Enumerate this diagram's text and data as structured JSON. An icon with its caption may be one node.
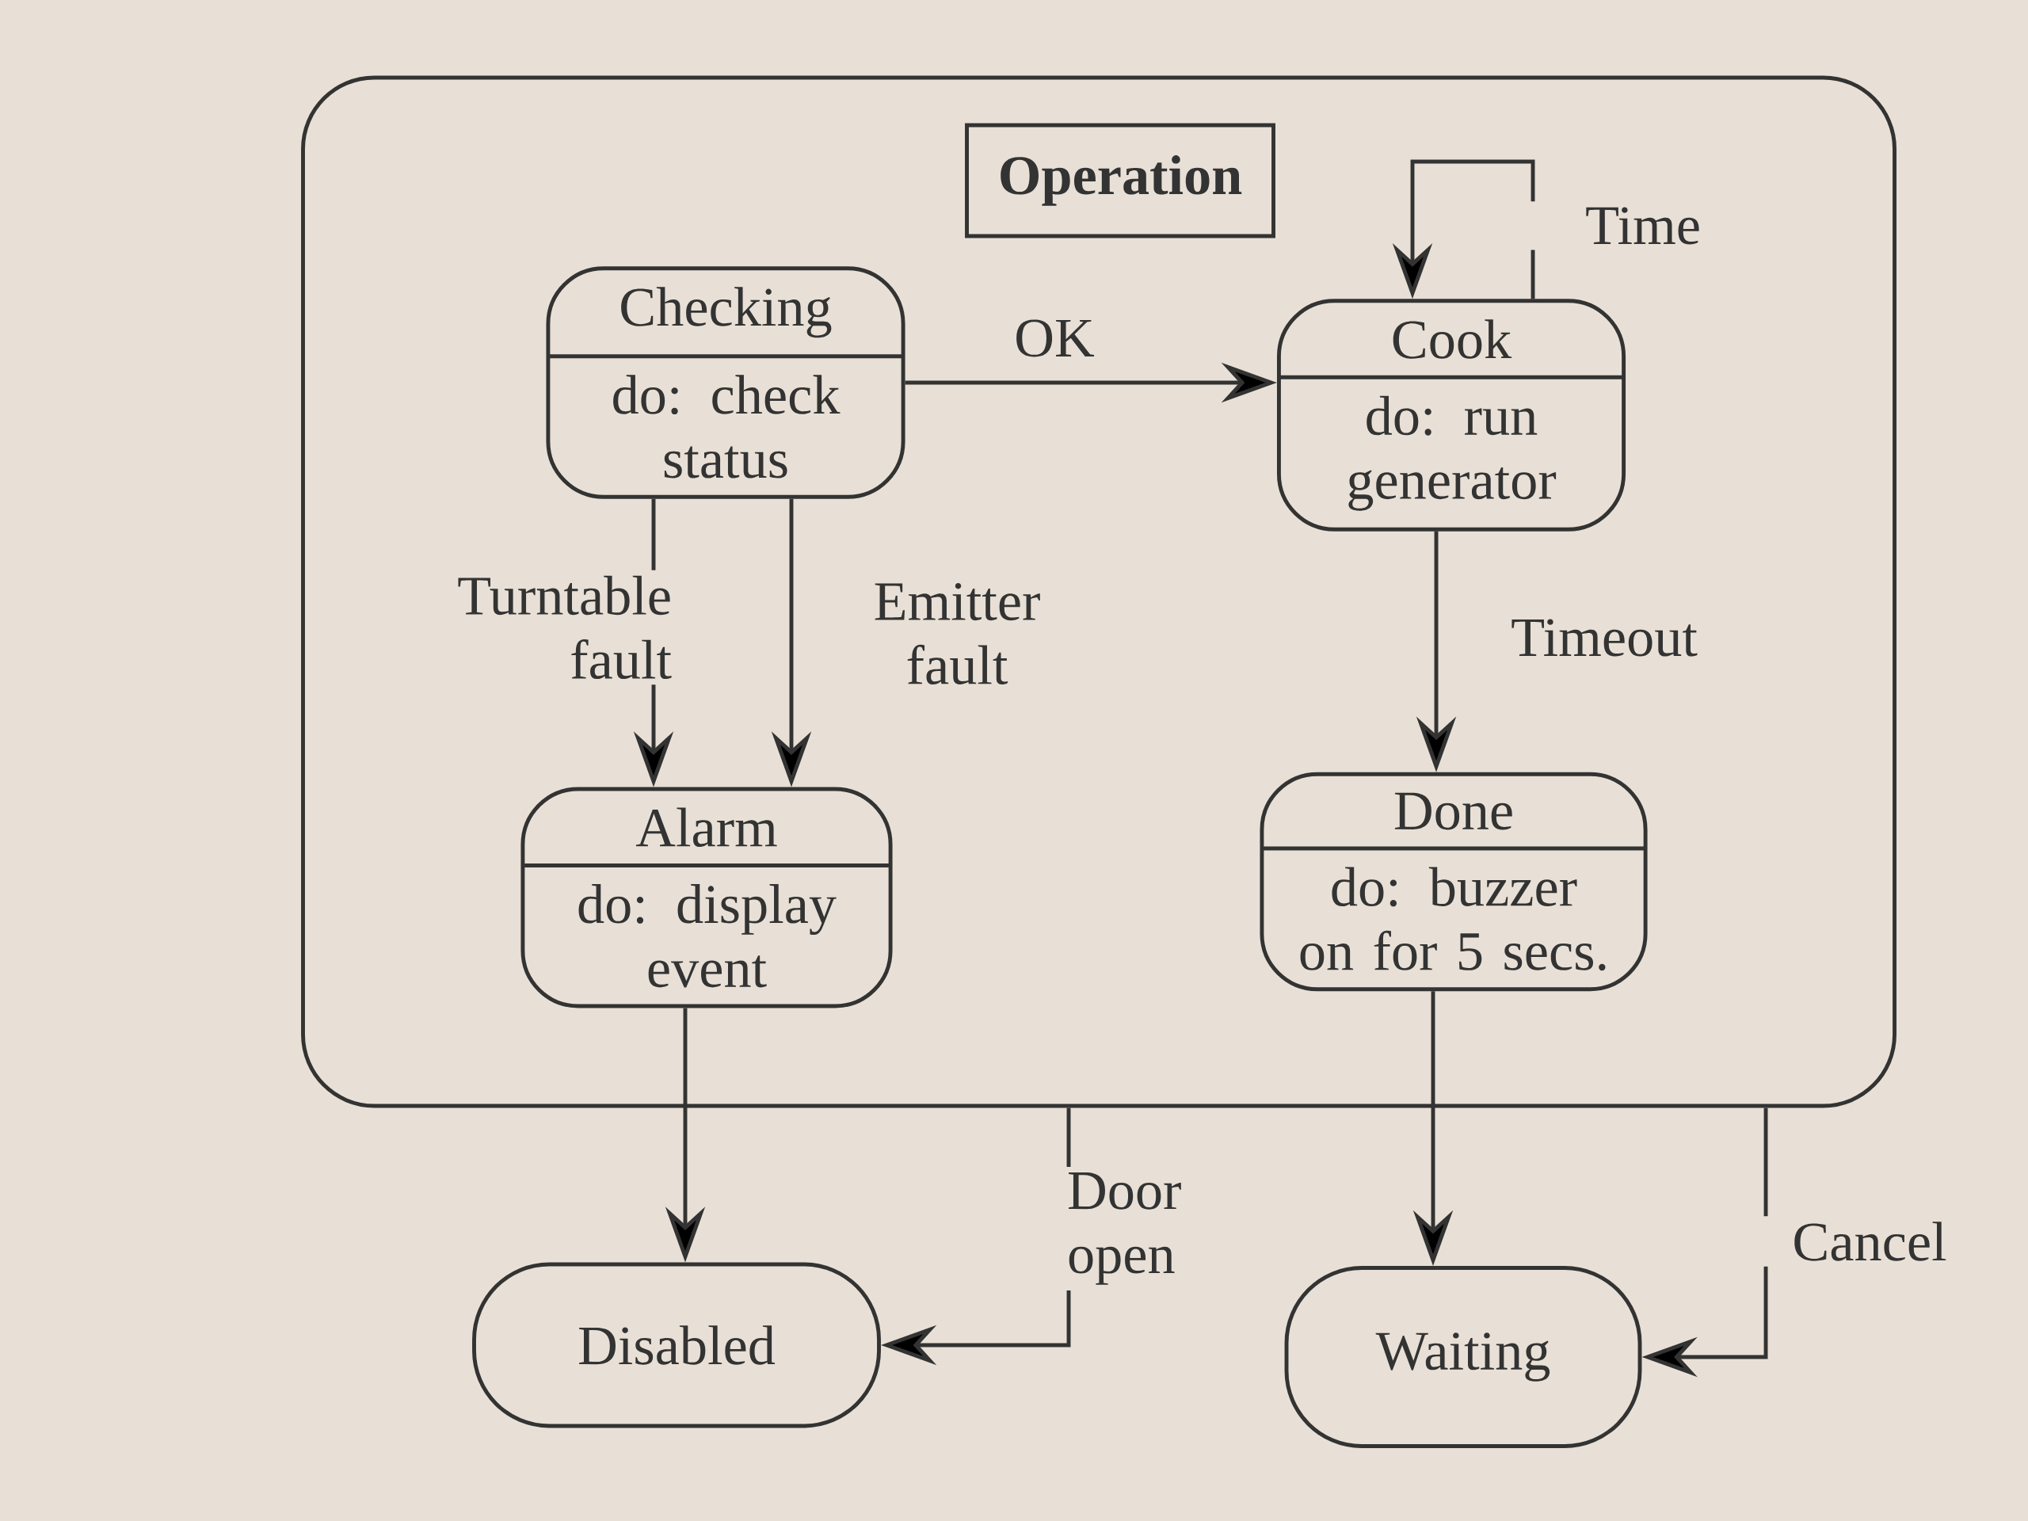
{
  "diagram": {
    "nodes": [
      {
        "text": [
          "Operation"
        ]
      },
      {
        "text": [
          "Checking",
          "do: check status"
        ],
        "in": 0
      },
      {
        "text": [
          "Cook",
          "do: run generator"
        ],
        "in": 0
      },
      {
        "text": [
          "Alarm",
          "do: display event"
        ],
        "in": 0
      },
      {
        "text": [
          "Done",
          "do: buzzer on for 5 secs."
        ],
        "in": 0
      },
      {
        "text": [
          "Disabled"
        ]
      },
      {
        "text": [
          "Waiting"
        ]
      }
    ],
    "edges": [
      {
        "from": 1,
        "to": 2,
        "arrow": "to",
        "label": "OK"
      },
      {
        "from": 2,
        "to": 2,
        "arrow": "to",
        "label": "Time"
      },
      {
        "from": 1,
        "to": 3,
        "arrow": "to",
        "label": "Turntable fault"
      },
      {
        "from": 1,
        "to": 3,
        "arrow": "to",
        "label": "Emitter fault"
      },
      {
        "from": 2,
        "to": 4,
        "arrow": "to",
        "label": "Timeout"
      },
      {
        "from": 3,
        "to": 5,
        "arrow": "to"
      },
      {
        "from": 0,
        "to": 5,
        "arrow": "to",
        "label": "Door open"
      },
      {
        "from": 4,
        "to": 6,
        "arrow": "to"
      },
      {
        "from": 0,
        "to": 6,
        "arrow": "to",
        "label": "Cancel"
      }
    ]
  }
}
